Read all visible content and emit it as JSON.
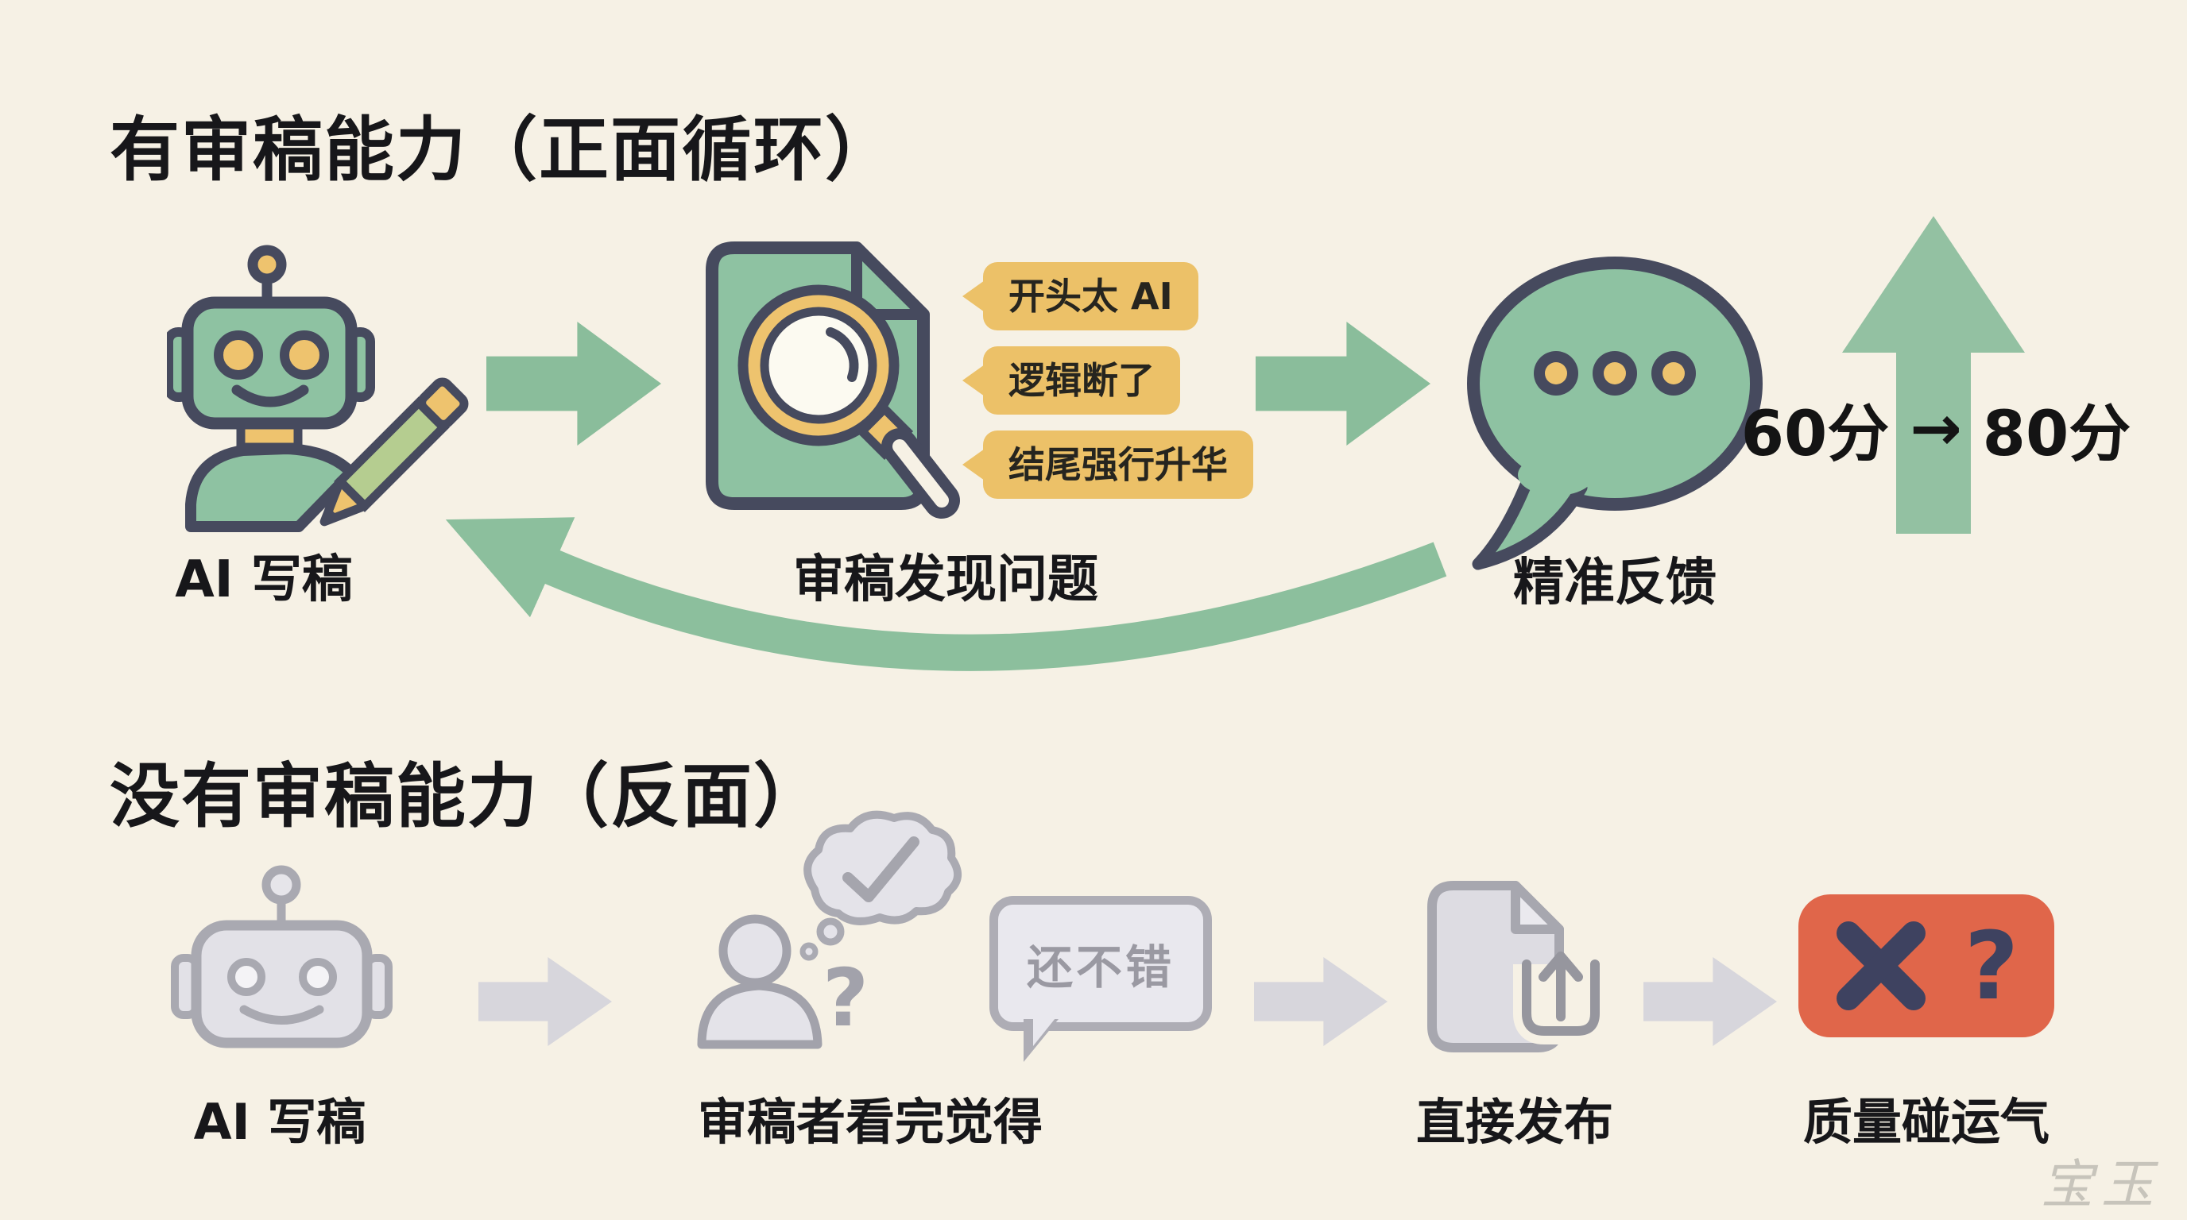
{
  "colors": {
    "background": "#f6f1e5",
    "green_icon": "#8ec2a2",
    "green_arrow": "#8abd9b",
    "yellow_accent": "#eec36e",
    "tag_background": "#ecc168",
    "navy_outline": "#464a5e",
    "gray_icon_stroke": "#a9a9b1",
    "gray_icon_fill": "#e2e1e7",
    "gray_arrow": "#d7d6dc",
    "risk_red": "#e0664a",
    "text": "#17171a"
  },
  "watermark": "宝玉",
  "top": {
    "title": "有审稿能力（正面循环）",
    "steps": {
      "write": "AI 写稿",
      "review": "审稿发现问题",
      "feedback": "精准反馈"
    },
    "tags": [
      "开头太 AI",
      "逻辑断了",
      "结尾强行升华"
    ],
    "score": {
      "from": "60分",
      "arrow": "→",
      "to": "80分"
    }
  },
  "bottom": {
    "title": "没有审稿能力（反面）",
    "steps": {
      "write": "AI 写稿",
      "reviewer": "审稿者看完觉得",
      "publish": "直接发布",
      "quality": "质量碰运气"
    },
    "bubble_text": "还不错",
    "question_mark": "?",
    "risk": {
      "cross": "✕",
      "question": "?"
    }
  }
}
